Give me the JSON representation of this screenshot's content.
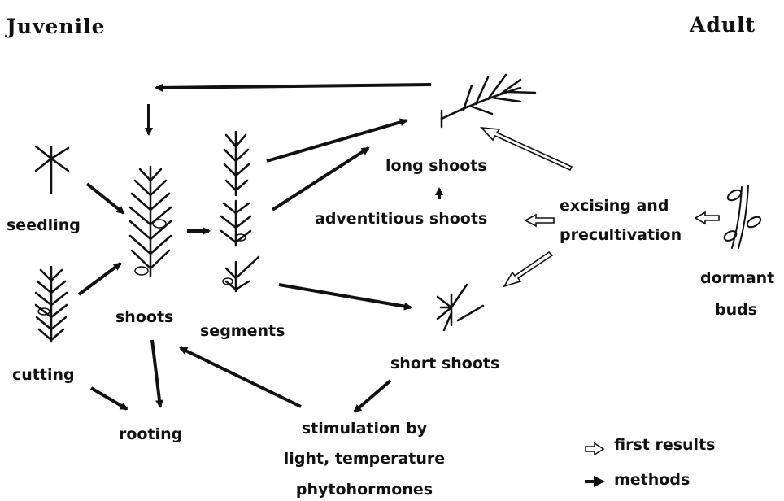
{
  "headers": {
    "juvenile": "Juvenile",
    "adult": "Adult"
  },
  "nodes": {
    "seedling": "seedling",
    "cutting": "cutting",
    "shoots": "shoots",
    "segments": "segments",
    "long_shoots": "long shoots",
    "adventitious_shoots": "adventitious shoots",
    "excising_line1": "excising and",
    "excising_line2": "precultivation",
    "dormant_line1": "dormant",
    "dormant_line2": "buds",
    "short_shoots": "short shoots",
    "rooting": "rooting",
    "stimulation_line1": "stimulation by",
    "stimulation_line2": "light, temperature",
    "stimulation_line3": "phytohormones"
  },
  "legend": {
    "first_results": "first results",
    "methods": "methods"
  },
  "colors": {
    "ink": "#111111",
    "background": "#ffffff"
  }
}
